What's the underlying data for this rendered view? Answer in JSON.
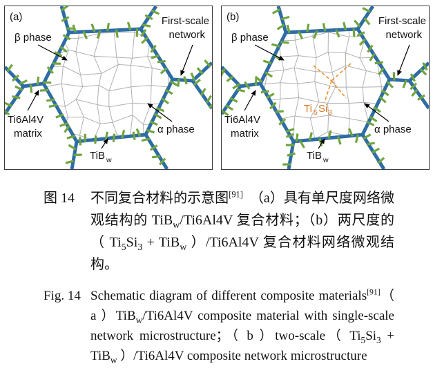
{
  "figure": {
    "colors": {
      "network": "#2e6ca5",
      "whisker": "#6fa53d",
      "grain_boundary": "#b0b0b0",
      "ti5si3_dash": "#e8932f",
      "ti5si3_label": "#d9751e"
    },
    "panel_a": {
      "tag": "(a)",
      "beta_phase": "β phase",
      "first_scale_line1": "First-scale",
      "first_scale_line2": "network",
      "matrix_line1": "Ti6Al4V",
      "matrix_line2": "matrix",
      "alpha_phase": "α phase",
      "tibw_main": "TiB",
      "tibw_sub": "w"
    },
    "panel_b": {
      "tag": "(b)",
      "beta_phase": "β phase",
      "first_scale_line1": "First-scale",
      "first_scale_line2": "network",
      "matrix_line1": "Ti6Al4V",
      "matrix_line2": "matrix",
      "alpha_phase": "α phase",
      "tibw_main": "TiB",
      "tibw_sub": "w",
      "ti5si3": {
        "t1": "Ti",
        "s1": "5",
        "t2": "Si",
        "s2": "3"
      }
    }
  },
  "caption_cn": {
    "fig_label": "图 14",
    "segments": [
      {
        "t": "不同复合材料的示意图"
      },
      {
        "t": "[91]",
        "s": "sup"
      },
      {
        "t": "　（a）具有单尺度网络微观结构的 TiB"
      },
      {
        "t": "w",
        "s": "sub"
      },
      {
        "t": "/Ti6Al4V 复合材料；（b）两尺度的（ Ti"
      },
      {
        "t": "5",
        "s": "sub"
      },
      {
        "t": "Si"
      },
      {
        "t": "3",
        "s": "sub"
      },
      {
        "t": " + TiB"
      },
      {
        "t": "w",
        "s": "sub"
      },
      {
        "t": " ）/Ti6Al4V 复合材料网络微观结构。"
      }
    ]
  },
  "caption_en": {
    "fig_label": "Fig. 14",
    "segments": [
      {
        "t": "Schematic diagram of different composite materials"
      },
      {
        "t": "[91]",
        "s": "sup"
      },
      {
        "t": "（ a ）TiB"
      },
      {
        "t": "w",
        "s": "sub"
      },
      {
        "t": "/Ti6Al4V composite material with single-scale network microstructure；（ b ）two-scale（ Ti"
      },
      {
        "t": "5",
        "s": "sub"
      },
      {
        "t": "Si"
      },
      {
        "t": "3",
        "s": "sub"
      },
      {
        "t": " + TiB"
      },
      {
        "t": "w",
        "s": "sub"
      },
      {
        "t": " ）/Ti6Al4V composite network microstructure"
      }
    ]
  }
}
